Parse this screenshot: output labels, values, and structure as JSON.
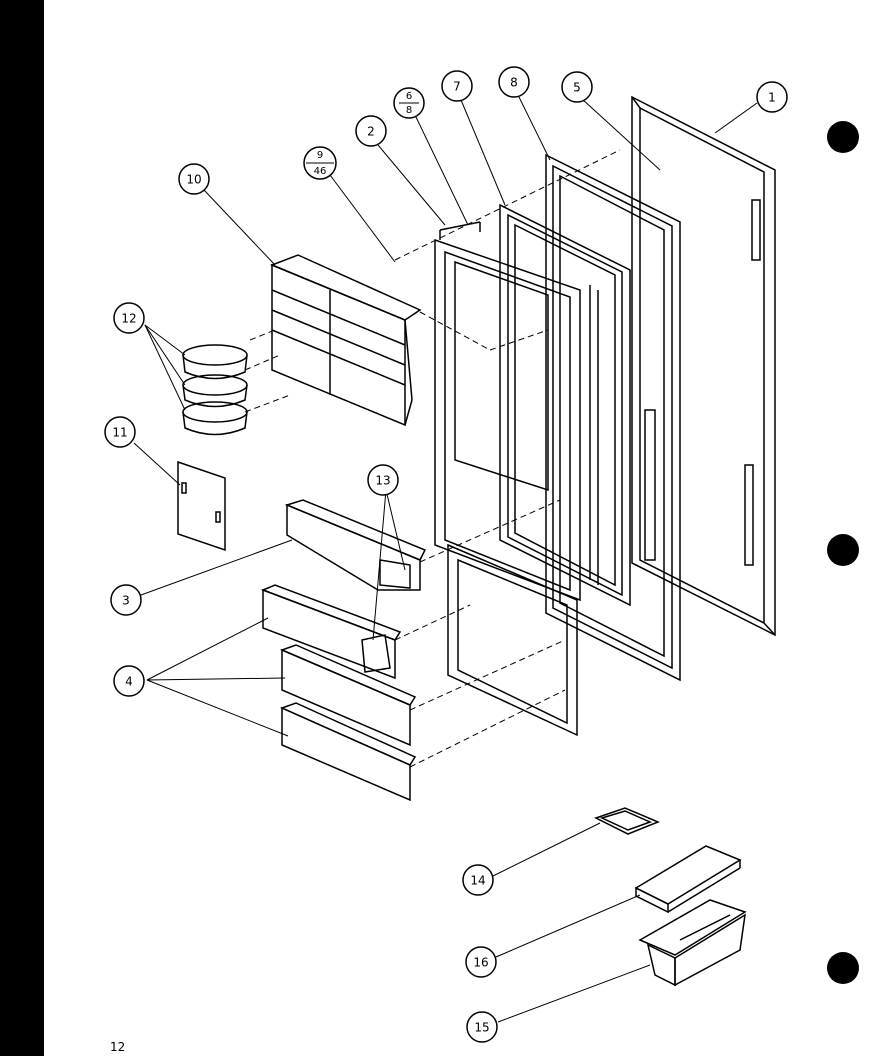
{
  "callouts": {
    "c1": "1",
    "c2": "2",
    "c3": "3",
    "c4": "4",
    "c5": "5",
    "c6_top": "6",
    "c6_bottom": "8",
    "c7": "7",
    "c8": "8",
    "c9_top": "9",
    "c9_bottom": "46",
    "c10": "10",
    "c11": "11",
    "c12": "12",
    "c13": "13",
    "c14": "14",
    "c15": "15",
    "c16": "16"
  },
  "page_number": "12",
  "colors": {
    "line": "#000000",
    "paper": "#ffffff"
  }
}
